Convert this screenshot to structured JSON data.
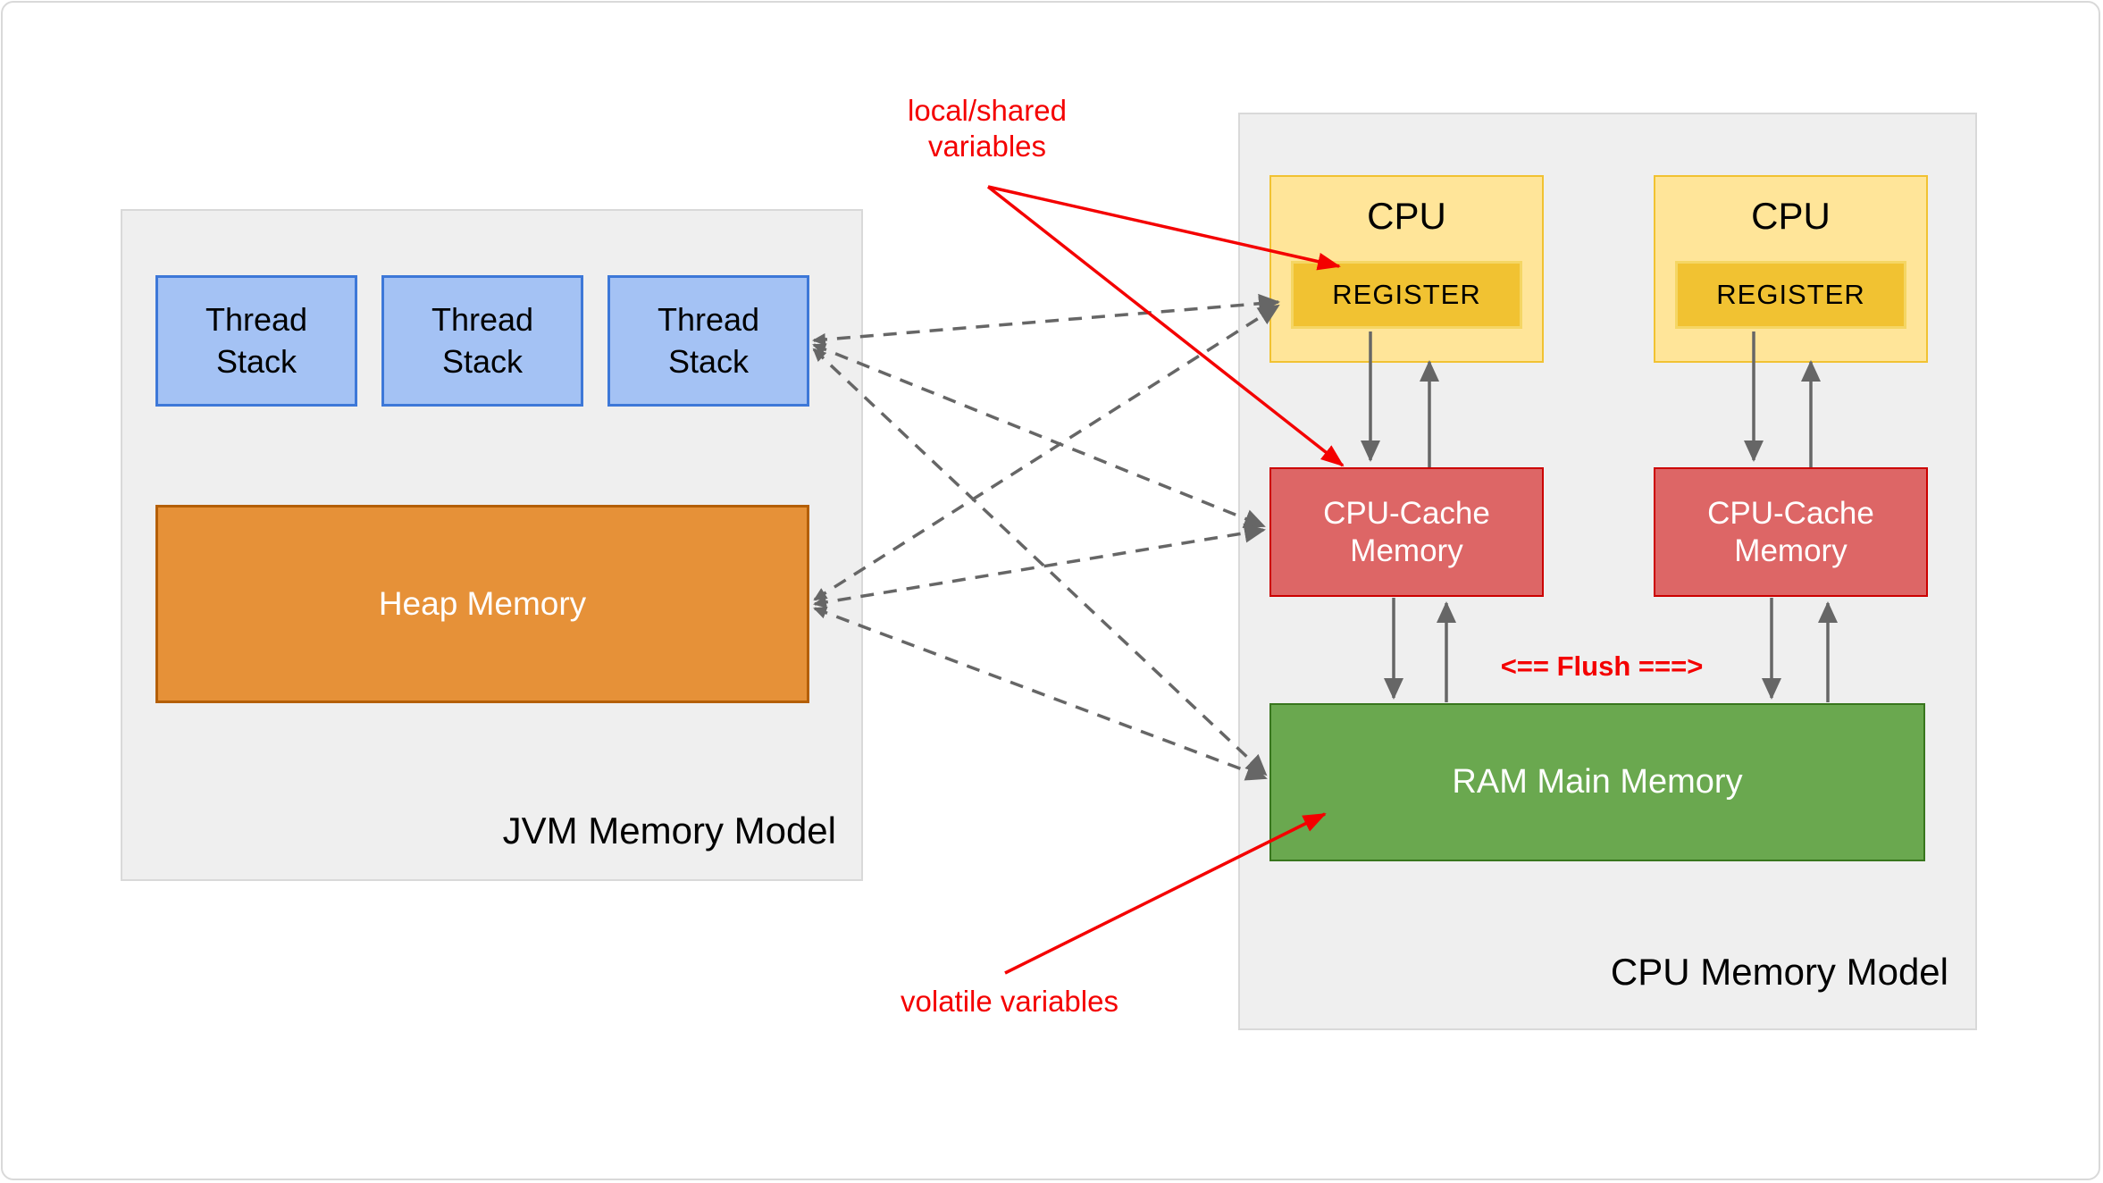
{
  "diagram": {
    "jvm": {
      "title": "JVM Memory Model",
      "thread_stacks": [
        {
          "label": "Thread Stack"
        },
        {
          "label": "Thread Stack"
        },
        {
          "label": "Thread Stack"
        }
      ],
      "heap_label": "Heap Memory"
    },
    "cpu": {
      "title": "CPU Memory Model",
      "units": [
        {
          "cpu_label": "CPU",
          "register_label": "REGISTER",
          "cache_label": "CPU-Cache Memory"
        },
        {
          "cpu_label": "CPU",
          "register_label": "REGISTER",
          "cache_label": "CPU-Cache Memory"
        }
      ],
      "ram_label": "RAM Main Memory",
      "flush_label": "<== Flush ===>"
    },
    "annotations": {
      "local_shared": "local/shared\nvariables",
      "volatile": "volatile variables"
    },
    "colors": {
      "thread_stack_fill": "#a4c2f4",
      "thread_stack_border": "#3d78d8",
      "heap_fill": "#e69138",
      "heap_border": "#b45f06",
      "cpu_fill": "#ffe599",
      "cpu_border": "#f1c232",
      "register_fill": "#f1c232",
      "cache_fill": "#dd6666",
      "cache_border": "#cc0000",
      "ram_fill": "#6aa84f",
      "ram_border": "#38761d",
      "container_fill": "#efefef",
      "container_border": "#d9d9d9",
      "connector_gray": "#666666",
      "annotation_red": "#f40000"
    }
  }
}
